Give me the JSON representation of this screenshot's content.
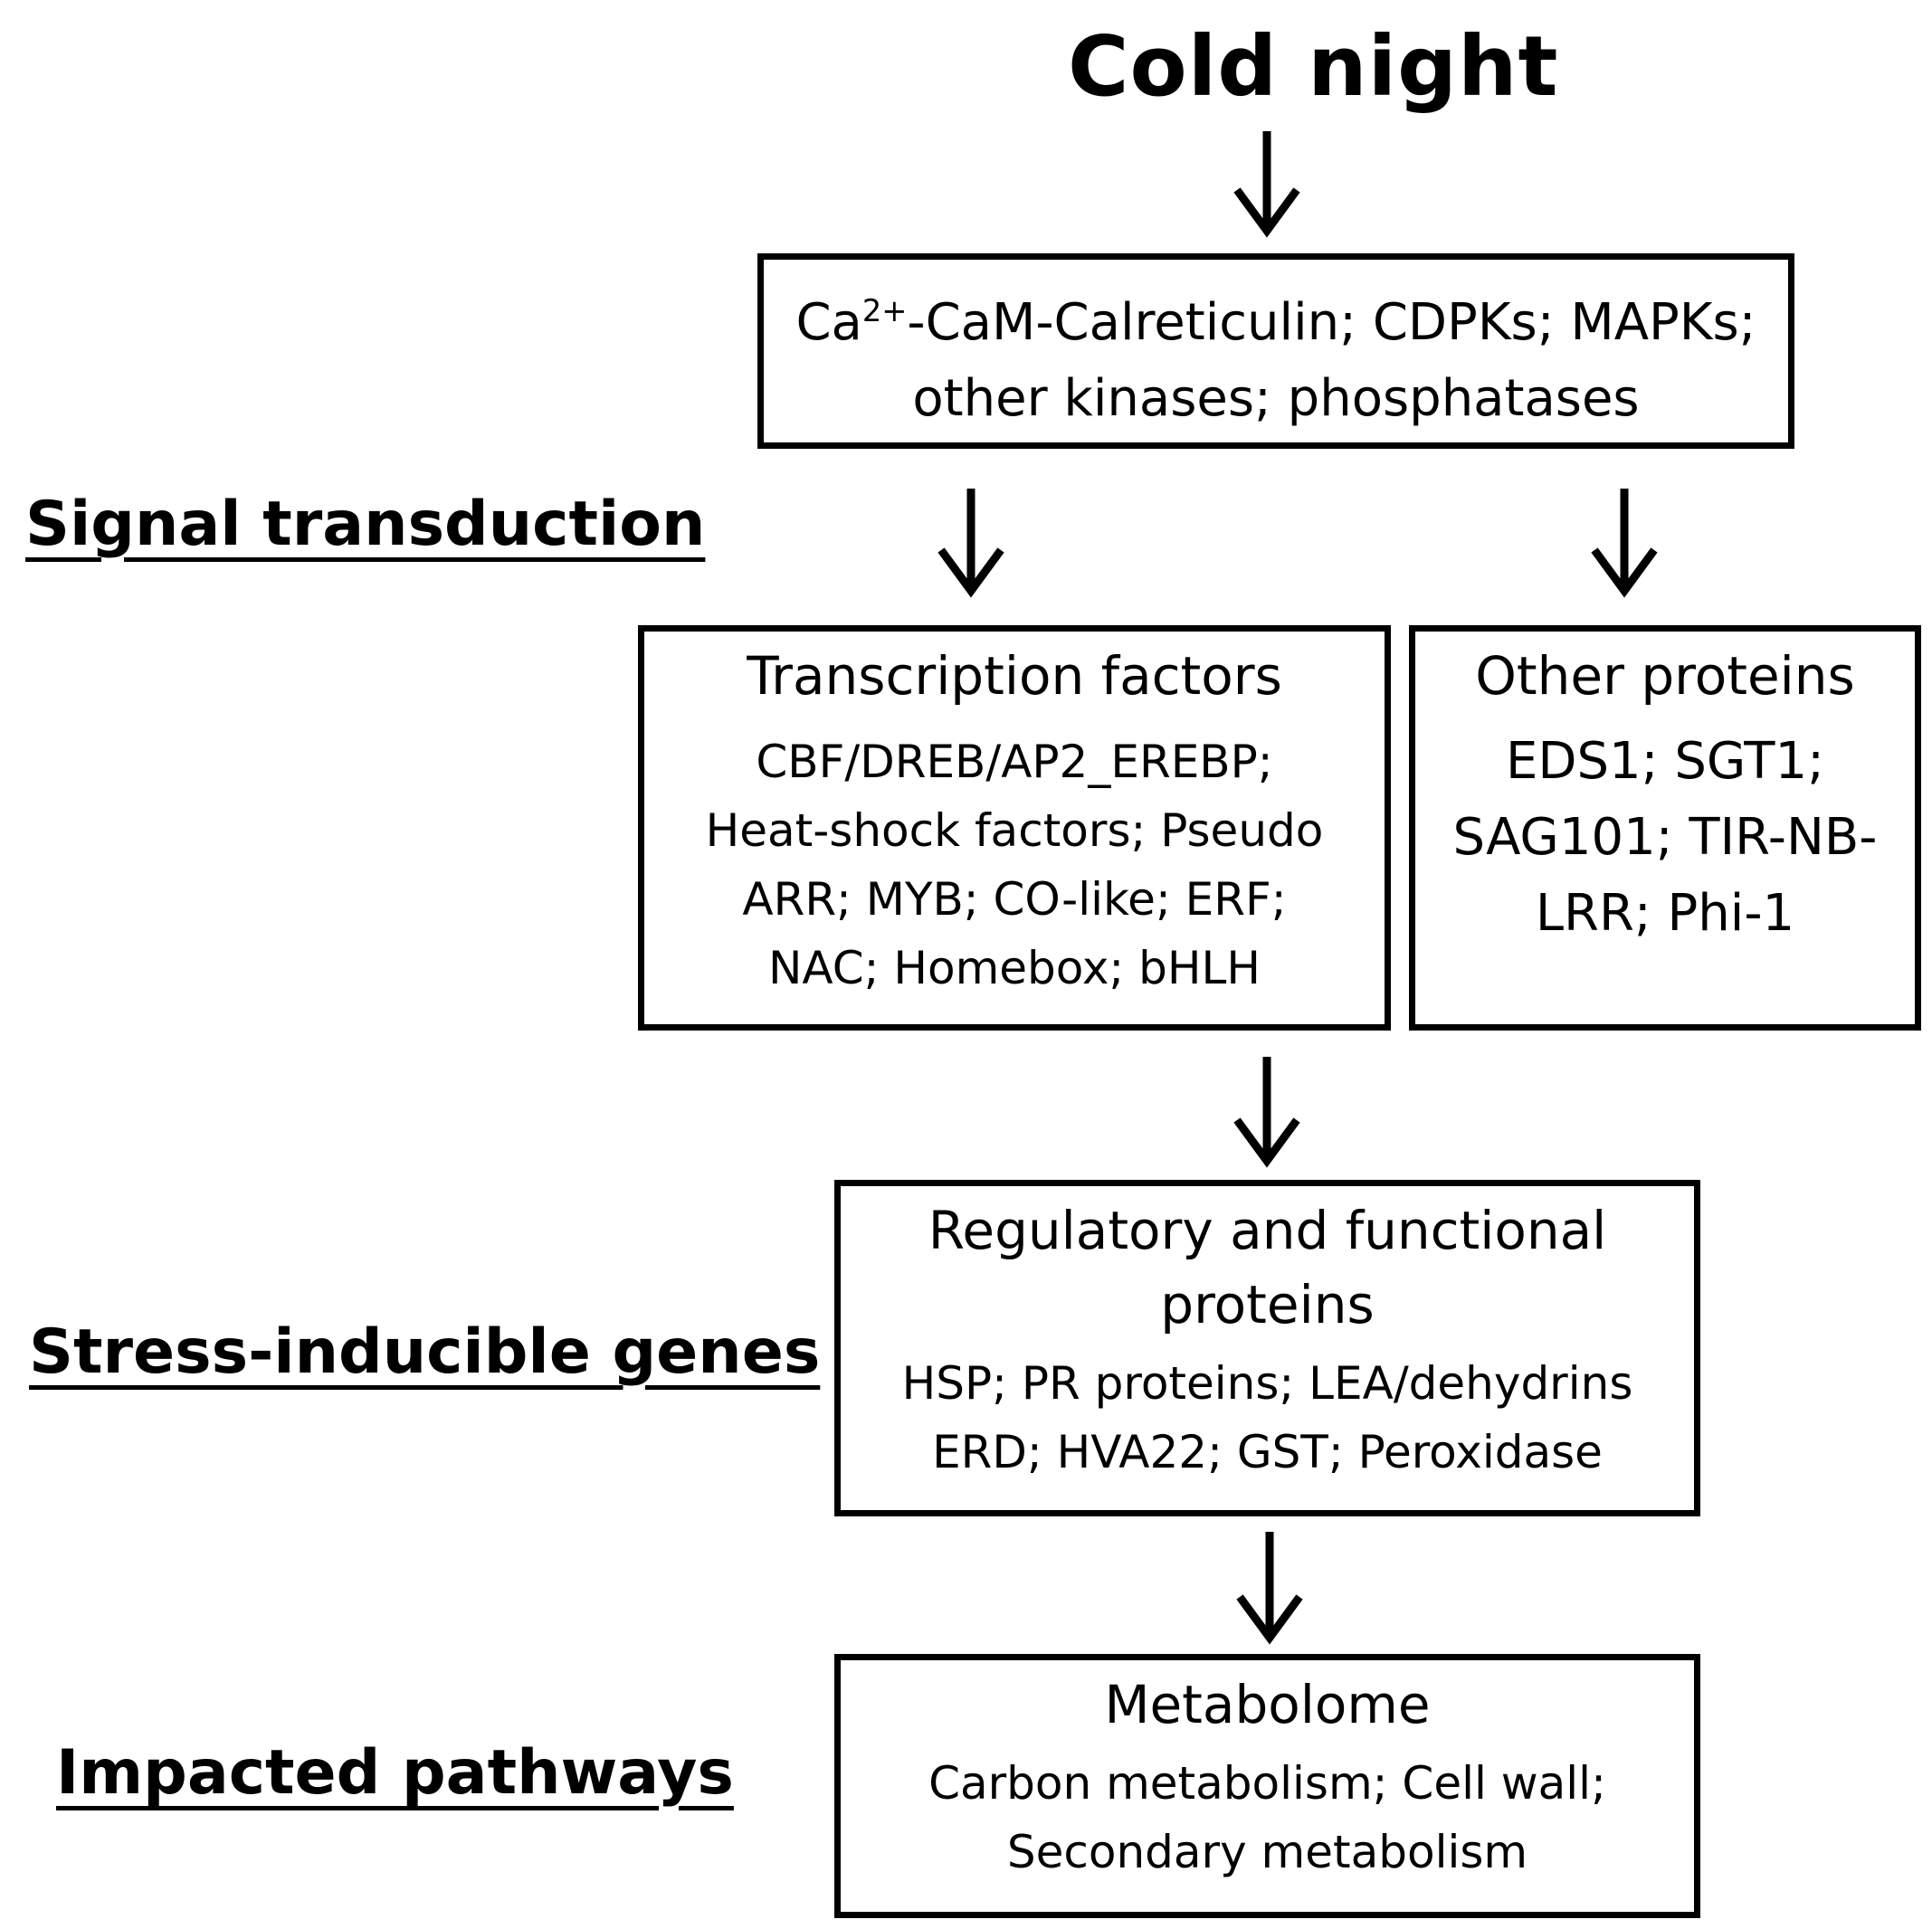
{
  "title": "Cold night",
  "side_labels": {
    "signal": "Signal transduction",
    "stress": "Stress-inducible genes",
    "impacted": "Impacted pathways"
  },
  "signaling_box": {
    "ca_prefix": "Ca",
    "ca_superscript": "2+",
    "line1_rest": "-CaM-Calreticulin; CDPKs; MAPKs;",
    "line2": "other kinases; phosphatases"
  },
  "tf_box": {
    "heading": "Transcription factors",
    "lines": [
      "CBF/DREB/AP2_EREBP;",
      "Heat-shock factors; Pseudo",
      "ARR; MYB; CO-like; ERF;",
      "NAC; Homebox; bHLH"
    ]
  },
  "other_box": {
    "heading": "Other proteins",
    "lines": [
      "EDS1; SGT1;",
      "SAG101; TIR-NB-",
      "LRR; Phi-1"
    ]
  },
  "reg_box": {
    "heading_lines": [
      "Regulatory and functional",
      "proteins"
    ],
    "lines": [
      "HSP; PR proteins; LEA/dehydrins",
      "ERD; HVA22; GST; Peroxidase"
    ]
  },
  "metab_box": {
    "heading": "Metabolome",
    "lines": [
      "Carbon metabolism; Cell wall;",
      "Secondary metabolism"
    ]
  }
}
